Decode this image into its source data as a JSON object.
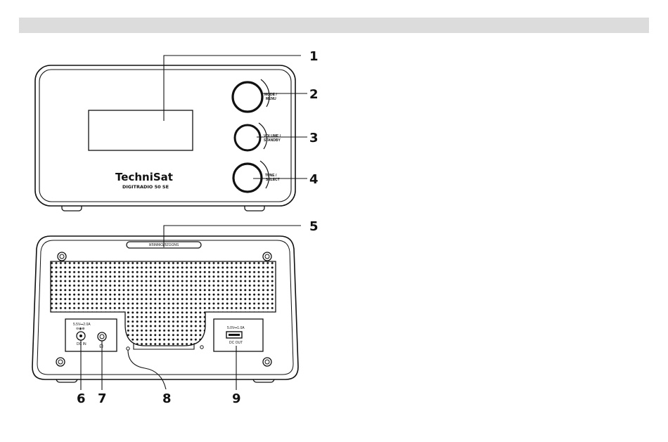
{
  "front": {
    "brand": "TechniSat",
    "model": "DIGITRADIO 50 SE",
    "knob_mode": [
      "MODE /",
      "MENU"
    ],
    "knob_volume": [
      "VOLUME /",
      "STANDBY"
    ],
    "knob_tune": [
      "TUNE /",
      "SELECT"
    ]
  },
  "back": {
    "snooze_label": "SNOOZE/DIMMER",
    "dc_in_rating": "5.5V⎓2.0A",
    "dc_in_label": "DC IN",
    "dc_out_rating": "5.0V⎓1.0A",
    "dc_out_label": "DC OUT"
  },
  "callouts": [
    "1",
    "2",
    "3",
    "4",
    "5",
    "6",
    "7",
    "8",
    "9"
  ],
  "colors": {
    "topbar": "#dcdcdc",
    "line": "#111111"
  }
}
